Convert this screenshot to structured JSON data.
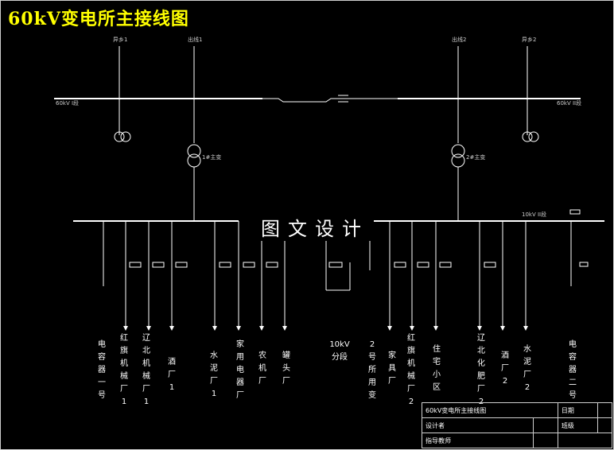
{
  "diagram": {
    "title": "60kV变电所主接线图",
    "watermark": "图文设计",
    "incoming_lines": [
      "异乡1",
      "异乡2",
      "出线1",
      "出线2"
    ],
    "bus_labels": {
      "bus_60_1": "60kV I段",
      "bus_60_2": "60kV II段",
      "bus_10_2": "10kV II段"
    },
    "transformer_labels": [
      "1#主变",
      "2#主变"
    ],
    "feeders": [
      "电容器一号",
      "红旗机械厂1",
      "辽北机械厂1",
      "酒厂1",
      "水泥厂1",
      "家用电器厂",
      "农机厂",
      "罐头厂",
      "10kV分段",
      "2号所用变",
      "家具厂",
      "红旗机械厂2",
      "住宅小区",
      "辽北化肥厂2",
      "酒厂2",
      "水泥厂2",
      "电容器二号"
    ],
    "colors": {
      "background": "#000000",
      "title": "#ffff00",
      "lines": "#ffffff"
    }
  },
  "titleblock": {
    "drawing_name": "60kV变电所主接线图",
    "date_label": "日期",
    "designer_label": "设计者",
    "class_label": "班级",
    "advisor_label": "指导教师"
  }
}
